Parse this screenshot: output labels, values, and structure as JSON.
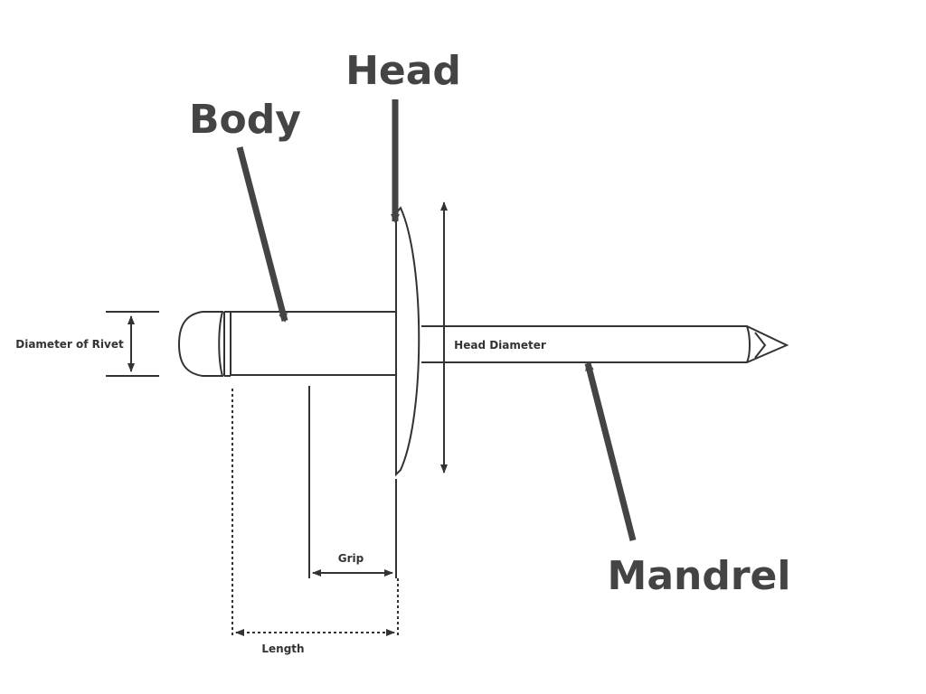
{
  "labels": {
    "head": "Head",
    "body": "Body",
    "mandrel": "Mandrel",
    "diameter_of_rivet": "Diameter of Rivet",
    "head_diameter": "Head Diameter",
    "grip": "Grip",
    "length": "Length"
  },
  "colors": {
    "callout_arrow": "#444444",
    "outline": "#333333",
    "background": "#ffffff"
  }
}
